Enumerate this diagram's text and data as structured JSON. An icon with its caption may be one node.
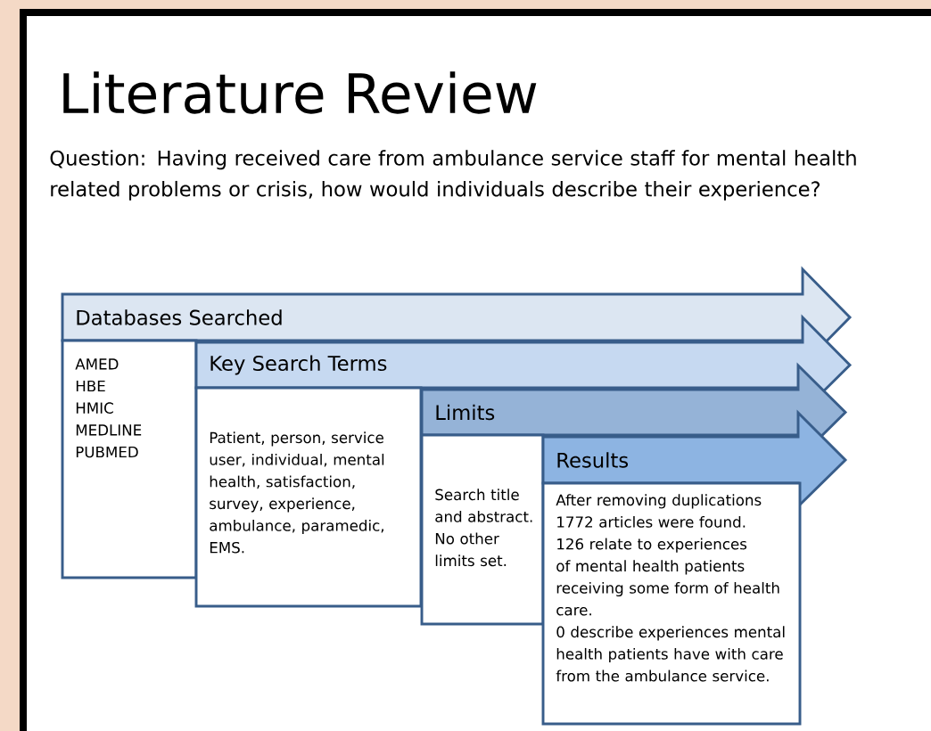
{
  "diagram": {
    "title": "Literature Review",
    "nodes": [
      {
        "text": [
          "Databases Searched"
        ]
      },
      {
        "text": [
          "AMED",
          "HBE",
          "HMIC",
          "MEDLINE",
          "PUBMED"
        ]
      },
      {
        "text": [
          "Key Search Terms"
        ]
      },
      {
        "text": [
          "Patient, person, service user, individual, mental health, satisfaction, survey, experience, ambulance, paramedic, EMS."
        ]
      },
      {
        "text": [
          "Limits"
        ]
      },
      {
        "text": [
          "Search title and abstract. No other limits set."
        ]
      },
      {
        "text": [
          "Results"
        ]
      },
      {
        "text": [
          "After removing duplications 1772 articles were found.",
          "126 relate to experiences of mental health patients receiving some form of health care.",
          "0 describe experiences mental health patients have with care from the ambulance service."
        ]
      }
    ],
    "labels": [
      "Question: Having received care from ambulance service staff for mental health related problems or crisis, how would individuals describe their experience?"
    ]
  }
}
